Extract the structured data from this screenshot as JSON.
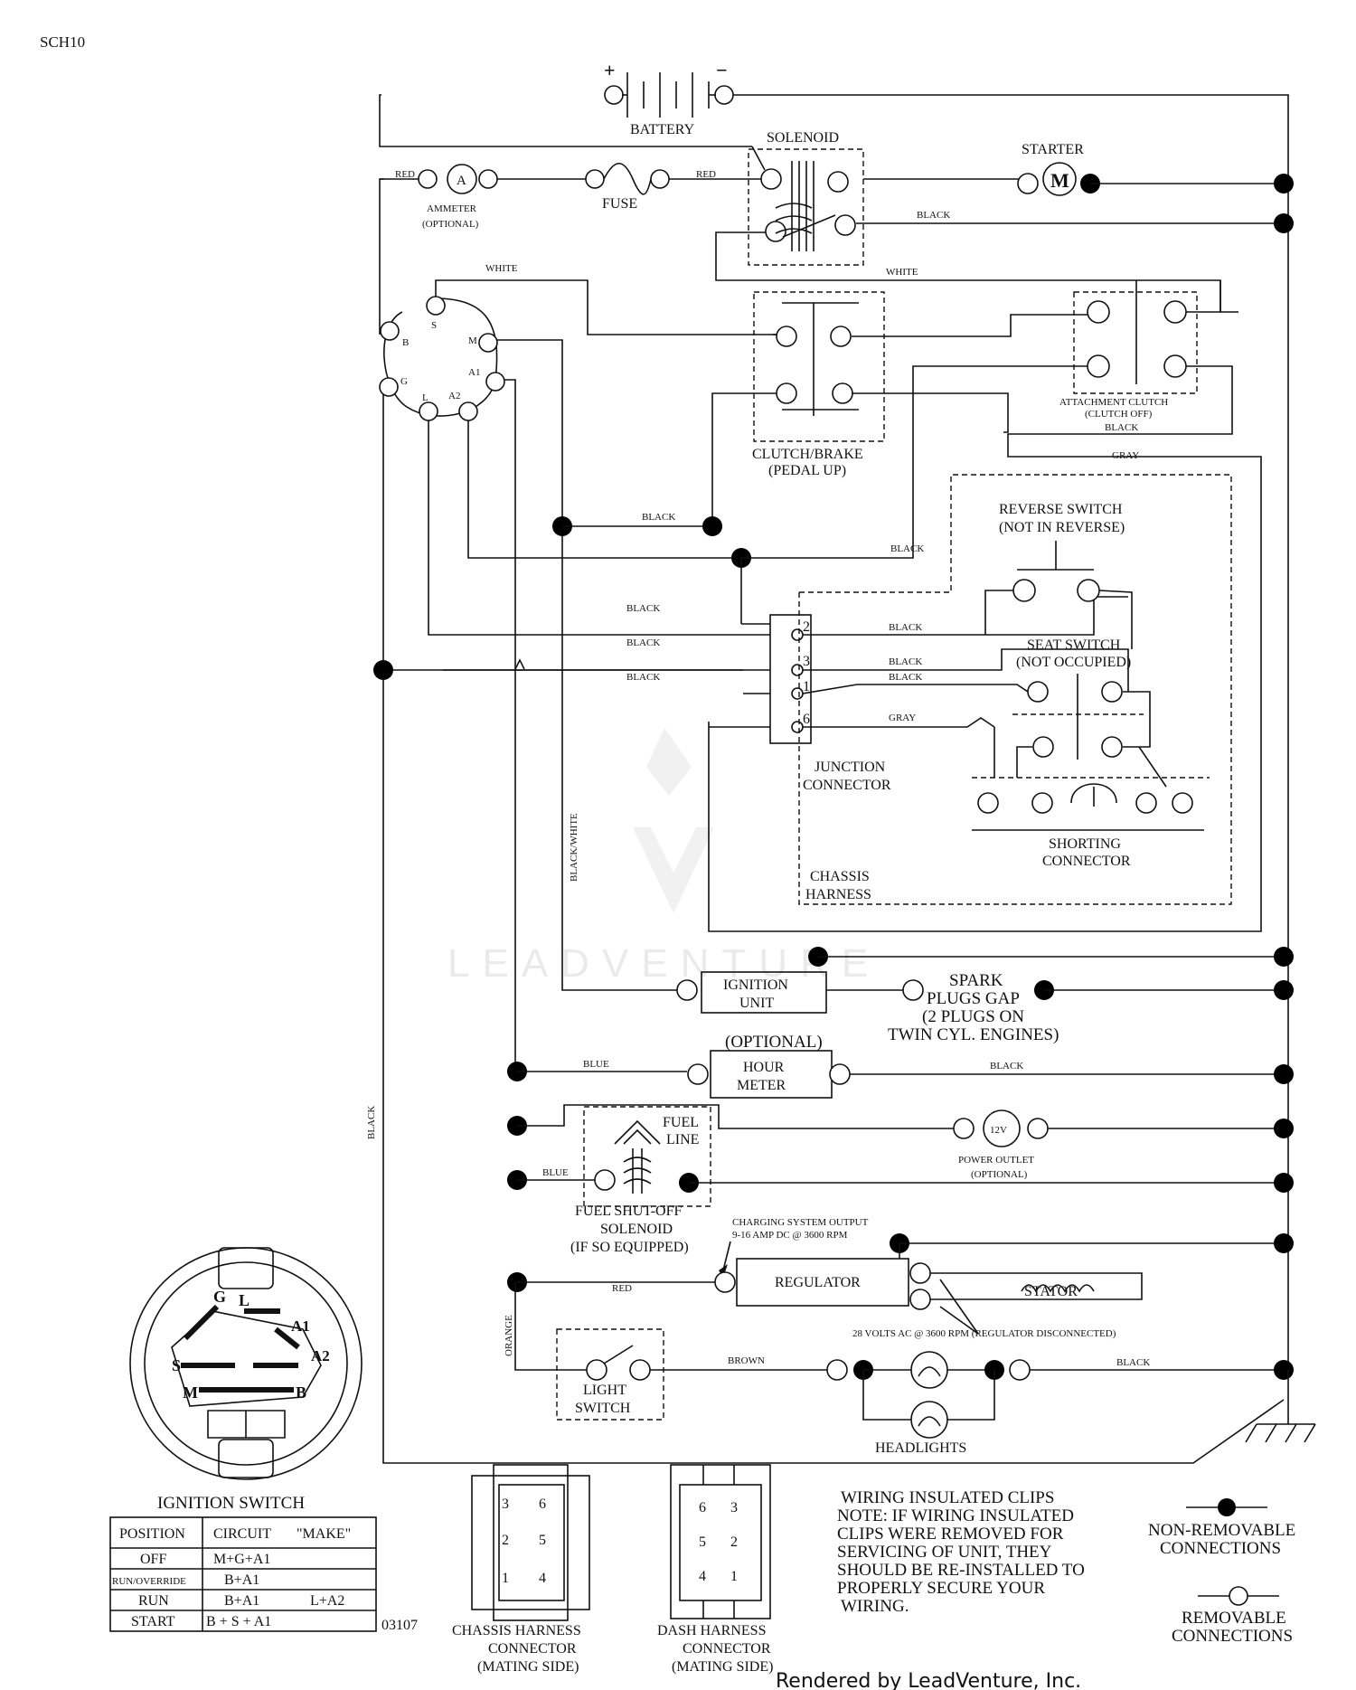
{
  "page": {
    "code": "SCH10",
    "drawing_number": "03107",
    "footer": "Rendered by LeadVenture, Inc.",
    "watermark": "LEADVENTURE"
  },
  "components": {
    "battery": "BATTERY",
    "plus": "+",
    "minus": "−",
    "solenoid": "SOLENOID",
    "starter": "STARTER",
    "starter_symbol": "M",
    "ammeter_symbol": "A",
    "ammeter": "AMMETER",
    "ammeter_note": "(OPTIONAL)",
    "fuse": "FUSE",
    "clutch_brake": "CLUTCH/BRAKE",
    "clutch_brake_note": "(PEDAL UP)",
    "attachment_clutch": "ATTACHMENT CLUTCH",
    "attachment_clutch_note": "(CLUTCH OFF)",
    "reverse_switch": "REVERSE SWITCH",
    "reverse_switch_note": "(NOT IN REVERSE)",
    "seat_switch": "SEAT SWITCH",
    "seat_switch_note": "(NOT OCCUPIED)",
    "junction_connector_1": "JUNCTION",
    "junction_connector_2": "CONNECTOR",
    "junction_pins": [
      "2",
      "3",
      "1",
      "6"
    ],
    "shorting_connector_1": "SHORTING",
    "shorting_connector_2": "CONNECTOR",
    "chassis_harness_1": "CHASSIS",
    "chassis_harness_2": "HARNESS",
    "ignition_unit_1": "IGNITION",
    "ignition_unit_2": "UNIT",
    "spark_1": "SPARK",
    "spark_2": "PLUGS GAP",
    "spark_3": "(2 PLUGS ON",
    "spark_4": "TWIN CYL. ENGINES)",
    "hour_meter_optional": "(OPTIONAL)",
    "hour_meter_1": "HOUR",
    "hour_meter_2": "METER",
    "fuel_line_1": "FUEL",
    "fuel_line_2": "LINE",
    "power_outlet_symbol": "12V",
    "power_outlet": "POWER OUTLET",
    "power_outlet_note": "(OPTIONAL)",
    "fuel_solenoid_1": "FUEL SHUT-OFF",
    "fuel_solenoid_2": "SOLENOID",
    "fuel_solenoid_3": "(IF SO EQUIPPED)",
    "charging_1": "CHARGING SYSTEM OUTPUT",
    "charging_2": "9-16 AMP DC @ 3600 RPM",
    "regulator": "REGULATOR",
    "stator": "STATOR",
    "stator_note": "28 VOLTS AC @ 3600 RPM (REGULATOR DISCONNECTED)",
    "light_switch_1": "LIGHT",
    "light_switch_2": "SWITCH",
    "headlights": "HEADLIGHTS"
  },
  "ignition_terminals": [
    "S",
    "B",
    "M",
    "G",
    "A1",
    "L",
    "A2"
  ],
  "wire_labels": {
    "red_1": "RED",
    "red_2": "RED",
    "black_solenoid": "BLACK",
    "white_top": "WHITE",
    "white_solenoid": "WHITE",
    "black_attach": "BLACK",
    "gray_top": "GRAY",
    "black_clutch": "BLACK",
    "black_reverse": "BLACK",
    "black_j2_left": "BLACK",
    "black_j3_left": "BLACK",
    "black_j1_left": "BLACK",
    "black_j2_right": "BLACK",
    "black_j3_right": "BLACK",
    "black_j1_right": "BLACK",
    "gray_j6": "GRAY",
    "black_white": "BLACK/WHITE",
    "black_left": "BLACK",
    "blue_hour": "BLUE",
    "black_hour": "BLACK",
    "blue_fuel": "BLUE",
    "red_regulator": "RED",
    "orange": "ORANGE",
    "brown": "BROWN",
    "black_headlight": "BLACK"
  },
  "ignition_switch": {
    "title": "IGNITION SWITCH",
    "face_labels": [
      "G",
      "L",
      "A1",
      "A2",
      "S",
      "M",
      "B"
    ],
    "columns": [
      "POSITION",
      "CIRCUIT",
      "\"MAKE\""
    ],
    "rows": [
      {
        "position": "OFF",
        "circuit": "M+G+A1",
        "extra": ""
      },
      {
        "position": "RUN/OVERRIDE",
        "circuit": "B+A1",
        "extra": ""
      },
      {
        "position": "RUN",
        "circuit": "B+A1",
        "extra": "L+A2"
      },
      {
        "position": "START",
        "circuit": "B + S + A1",
        "extra": ""
      }
    ]
  },
  "connectors": {
    "chassis_1": "CHASSIS HARNESS",
    "chassis_2": "CONNECTOR",
    "chassis_3": "(MATING SIDE)",
    "chassis_pins": [
      "3",
      "6",
      "2",
      "5",
      "1",
      "4"
    ],
    "dash_1": "DASH HARNESS",
    "dash_2": "CONNECTOR",
    "dash_3": "(MATING SIDE)",
    "dash_pins": [
      "6",
      "3",
      "5",
      "2",
      "4",
      "1"
    ]
  },
  "notes": {
    "lines": [
      "WIRING INSULATED CLIPS",
      "NOTE:  IF WIRING INSULATED",
      "CLIPS WERE REMOVED FOR",
      "SERVICING OF UNIT, THEY",
      "SHOULD BE RE-INSTALLED TO",
      "PROPERLY SECURE YOUR",
      "WIRING."
    ]
  },
  "legend": {
    "nonremovable_1": "NON-REMOVABLE",
    "nonremovable_2": "CONNECTIONS",
    "removable_1": "REMOVABLE",
    "removable_2": "CONNECTIONS"
  }
}
